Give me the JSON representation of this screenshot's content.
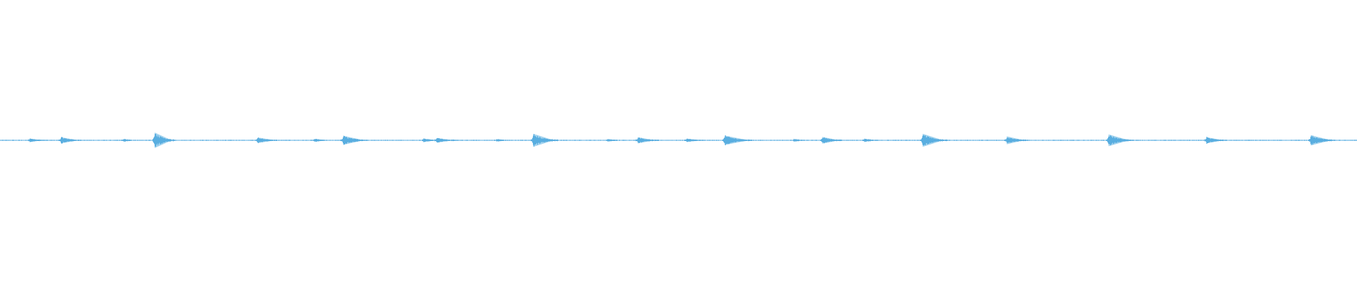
{
  "colors": {
    "background": "#ffffff",
    "waveform": "#5aaee0"
  },
  "chart_data": {
    "type": "area",
    "title": "",
    "xlabel": "",
    "ylabel": "",
    "xlim": [
      0,
      1
    ],
    "ylim": [
      -1,
      1
    ],
    "grid": false,
    "legend": "none",
    "series": [
      {
        "baseline": 0,
        "noise_amplitude": 0.004,
        "bursts": [
          {
            "x": 0.022,
            "amp": 0.012,
            "width": 0.004
          },
          {
            "x": 0.045,
            "amp": 0.022,
            "width": 0.005
          },
          {
            "x": 0.091,
            "amp": 0.008,
            "width": 0.003
          },
          {
            "x": 0.114,
            "amp": 0.055,
            "width": 0.005
          },
          {
            "x": 0.19,
            "amp": 0.02,
            "width": 0.005
          },
          {
            "x": 0.232,
            "amp": 0.01,
            "width": 0.003
          },
          {
            "x": 0.253,
            "amp": 0.032,
            "width": 0.006
          },
          {
            "x": 0.312,
            "amp": 0.012,
            "width": 0.004
          },
          {
            "x": 0.322,
            "amp": 0.016,
            "width": 0.005
          },
          {
            "x": 0.366,
            "amp": 0.008,
            "width": 0.003
          },
          {
            "x": 0.393,
            "amp": 0.046,
            "width": 0.006
          },
          {
            "x": 0.448,
            "amp": 0.008,
            "width": 0.003
          },
          {
            "x": 0.47,
            "amp": 0.022,
            "width": 0.005
          },
          {
            "x": 0.506,
            "amp": 0.012,
            "width": 0.004
          },
          {
            "x": 0.534,
            "amp": 0.034,
            "width": 0.007
          },
          {
            "x": 0.585,
            "amp": 0.008,
            "width": 0.003
          },
          {
            "x": 0.606,
            "amp": 0.024,
            "width": 0.005
          },
          {
            "x": 0.637,
            "amp": 0.01,
            "width": 0.004
          },
          {
            "x": 0.68,
            "amp": 0.046,
            "width": 0.006
          },
          {
            "x": 0.742,
            "amp": 0.028,
            "width": 0.005
          },
          {
            "x": 0.817,
            "amp": 0.042,
            "width": 0.006
          },
          {
            "x": 0.889,
            "amp": 0.022,
            "width": 0.005
          },
          {
            "x": 0.966,
            "amp": 0.036,
            "width": 0.006
          }
        ]
      }
    ]
  }
}
